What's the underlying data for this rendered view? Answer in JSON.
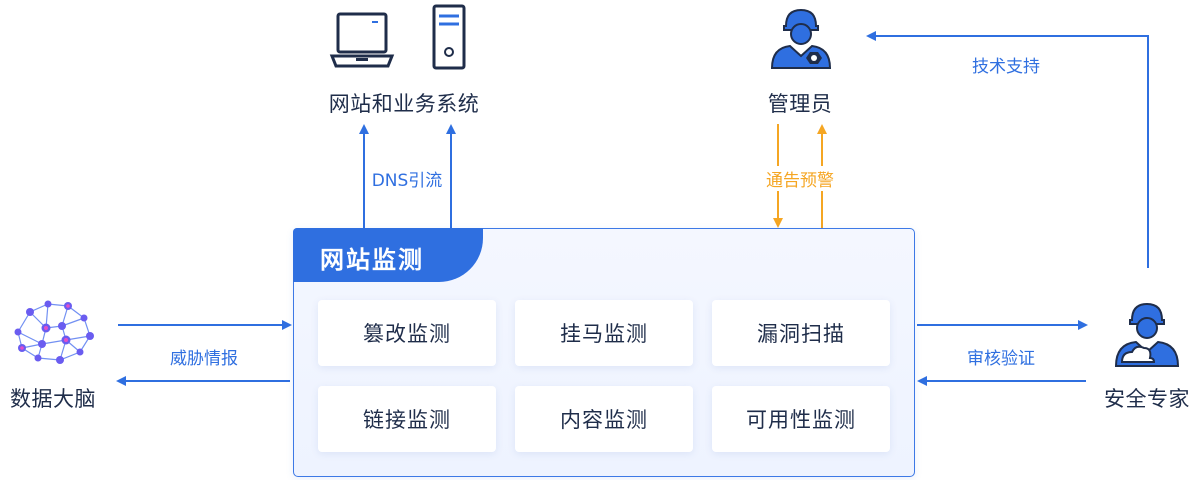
{
  "colors": {
    "blue": "#2f6fe0",
    "orange": "#f5a623",
    "text": "#1f2d4a"
  },
  "nodes": {
    "website_systems": "网站和业务系统",
    "admin": "管理员",
    "data_brain": "数据大脑",
    "security_expert": "安全专家"
  },
  "flows": {
    "dns": "DNS引流",
    "alert": "通告预警",
    "tech_support": "技术支持",
    "threat_intel": "威胁情报",
    "audit": "审核验证"
  },
  "monitor": {
    "title": "网站监测",
    "cards": [
      "篡改监测",
      "挂马监测",
      "漏洞扫描",
      "链接监测",
      "内容监测",
      "可用性监测"
    ]
  },
  "icons": [
    "laptop-icon",
    "server-tower-icon",
    "admin-user-icon",
    "brain-network-icon",
    "expert-user-icon"
  ]
}
